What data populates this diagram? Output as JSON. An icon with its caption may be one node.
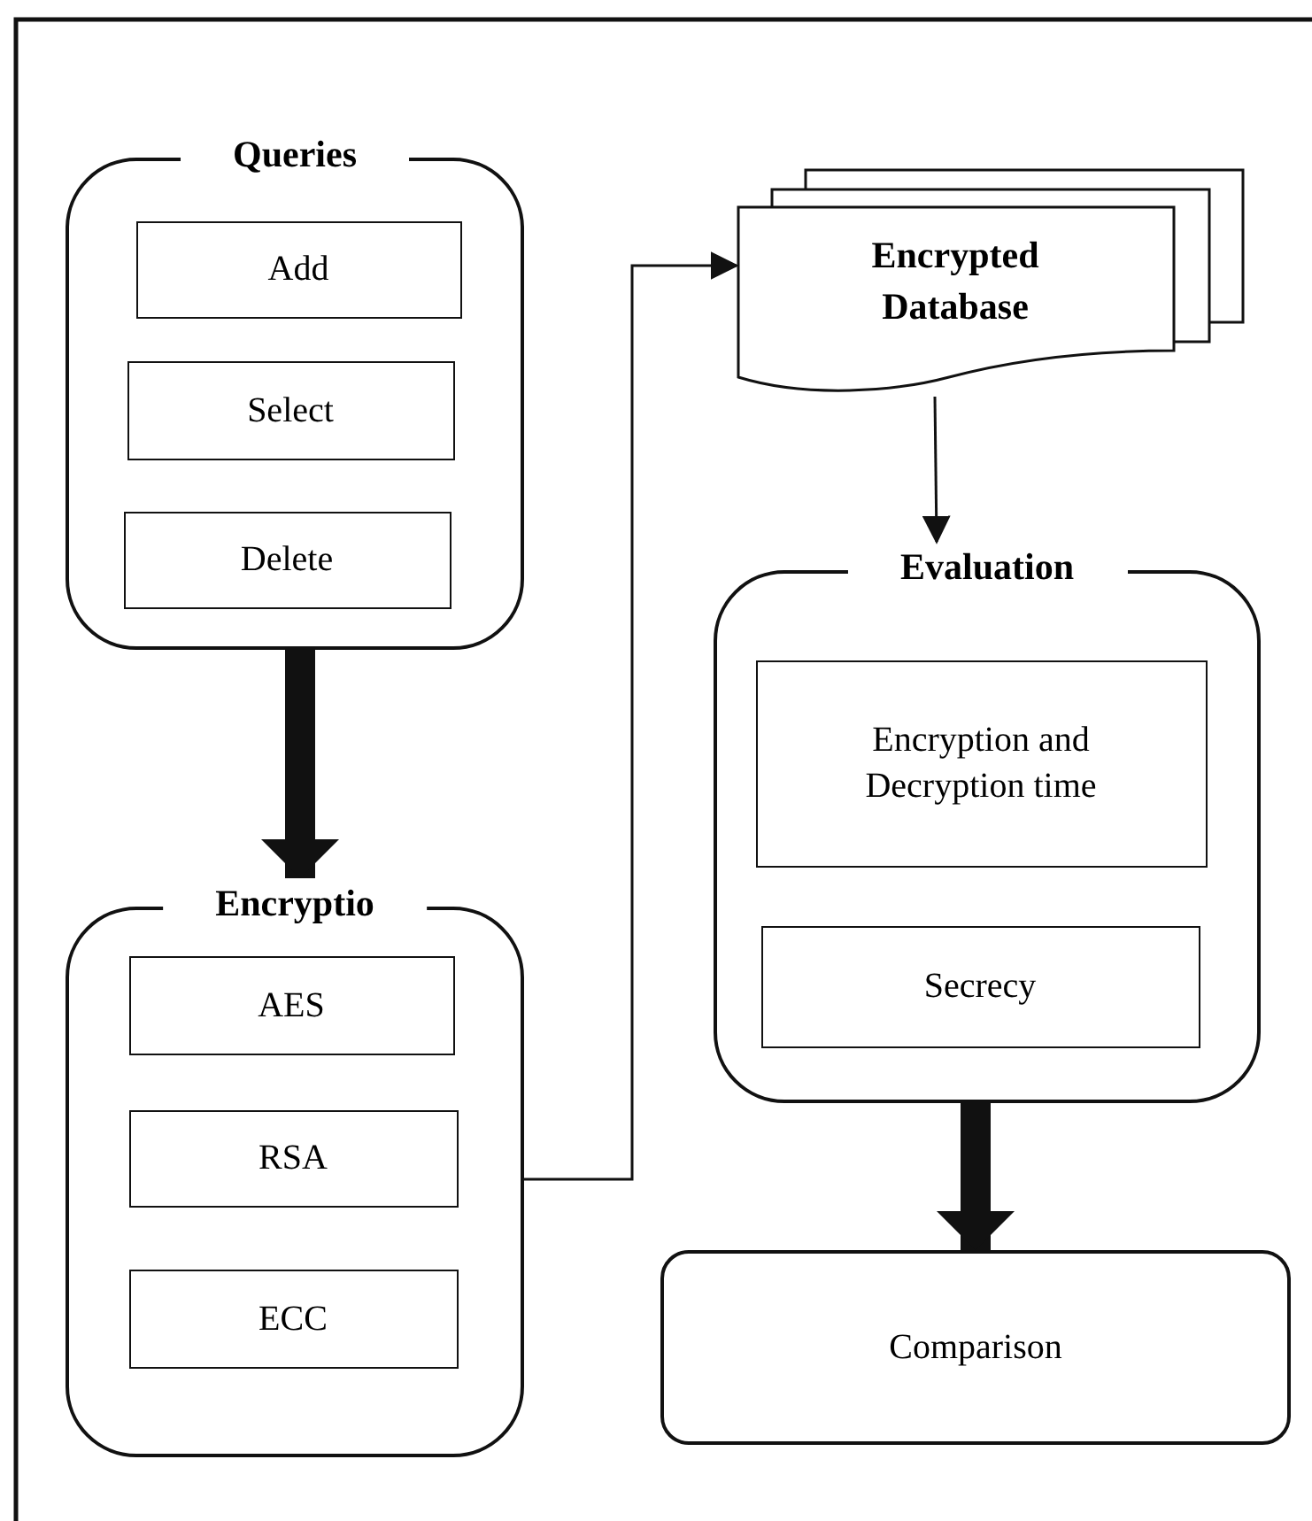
{
  "diagram": {
    "nodes": [
      {
        "text": [
          "Queries"
        ]
      },
      {
        "text": [
          "Add"
        ],
        "in": 0
      },
      {
        "text": [
          "Select"
        ],
        "in": 0
      },
      {
        "text": [
          "Delete"
        ],
        "in": 0
      },
      {
        "text": [
          "Encryptio"
        ]
      },
      {
        "text": [
          "AES"
        ],
        "in": 4
      },
      {
        "text": [
          "RSA"
        ],
        "in": 4
      },
      {
        "text": [
          "ECC"
        ],
        "in": 4
      },
      {
        "text": [
          "Encrypted Database"
        ]
      },
      {
        "text": [
          "Evaluation"
        ]
      },
      {
        "text": [
          "Encryption and Decryption time"
        ],
        "in": 9
      },
      {
        "text": [
          "Secrecy"
        ],
        "in": 9
      },
      {
        "text": [
          "Comparison"
        ]
      }
    ],
    "edges": [
      {
        "from": 0,
        "to": 4,
        "arrow": "to",
        "style": "thick"
      },
      {
        "from": 4,
        "to": 8,
        "arrow": "to"
      },
      {
        "from": 8,
        "to": 9,
        "arrow": "to"
      },
      {
        "from": 9,
        "to": 12,
        "arrow": "to",
        "style": "thick"
      }
    ]
  }
}
